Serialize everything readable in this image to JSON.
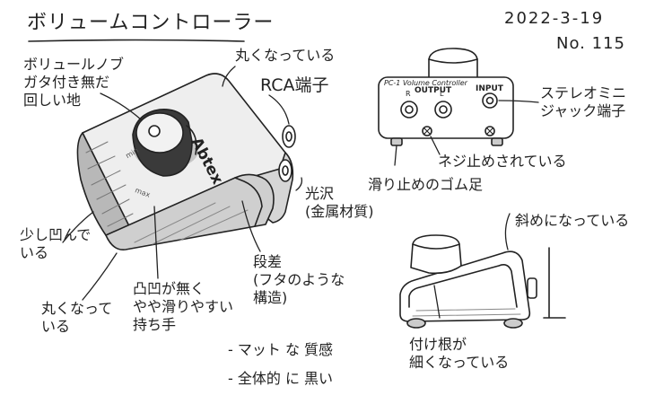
{
  "header": {
    "title": "ボリュームコントローラー",
    "date": "2022-3-19",
    "number": "No. 115"
  },
  "device": {
    "brand_text": "Abtex",
    "panel_model": "PC-1 Volume Controller",
    "rear_label_r": "R",
    "rear_label_output": "OUTPUT",
    "rear_label_l": "L",
    "rear_label_input": "INPUT",
    "dial_min": "min",
    "dial_max": "max"
  },
  "notes": {
    "knob_line1": "ボリュールノブ",
    "knob_line2": "ガタ付き無だ",
    "knob_line3": "回しい地",
    "rounded_top": "丸くなっている",
    "rca": "RCA端子",
    "stereo_line1": "ステレオミニ",
    "stereo_line2": "ジャック端子",
    "screws": "ネジ止めされている",
    "rubber_feet": "滑り止めのゴム足",
    "gloss_line1": "光沢",
    "gloss_line2": "(金属材質)",
    "step_line1": "段差",
    "step_line2": "(フタのような",
    "step_line3": "構造)",
    "dent_line1": "少し凹んで",
    "dent_line2": "いる",
    "rounded_bottom_line1": "丸くなって",
    "rounded_bottom_line2": "いる",
    "grip_line1": "凸凹が無く",
    "grip_line2": "やや滑りやすい",
    "grip_line3": "持ち手",
    "matte": "- マット な 質感",
    "black": "- 全体的 に 黒い",
    "slanted": "斜めになっている",
    "base_line1": "付け根が",
    "base_line2": "細くなっている"
  },
  "colors": {
    "ink": "#222222",
    "body_shade": "#b8b8b8",
    "knob_dark": "#3a3a3a",
    "paper": "#ffffff"
  }
}
